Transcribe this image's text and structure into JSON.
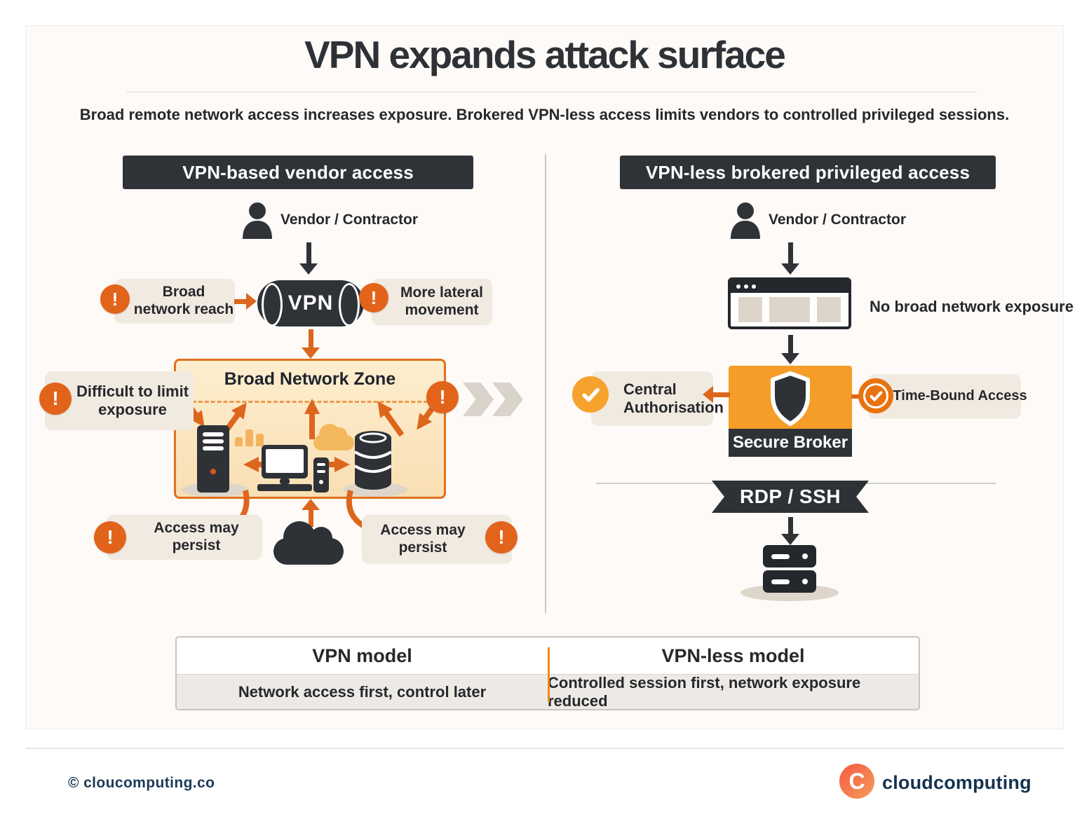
{
  "page": {
    "title": "VPN expands attack surface",
    "subtitle": "Broad remote network access increases exposure. Brokered VPN-less access limits vendors to controlled privileged sessions."
  },
  "icons": {
    "alert_glyph": "!"
  },
  "left": {
    "header": "VPN-based vendor access",
    "actor": "Vendor / Contractor",
    "vpn": "VPN",
    "broad_reach": "Broad network reach",
    "lateral": "More lateral movement",
    "zone_title": "Broad Network Zone",
    "difficult": "Difficult to limit exposure",
    "persist_left": "Access may persist",
    "persist_right": "Access may persist"
  },
  "right": {
    "header": "VPN-less brokered privileged access",
    "actor": "Vendor / Contractor",
    "no_exposure": "No broad network exposure",
    "broker": "Secure Broker",
    "central": "Central Authorisation",
    "timebound": "Time-Bound Access",
    "protocol": "RDP / SSH"
  },
  "table": {
    "columns": [
      {
        "header": "VPN model",
        "description": "Network access first, control later"
      },
      {
        "header": "VPN-less model",
        "description": "Controlled session first, network exposure reduced"
      }
    ]
  },
  "footer": {
    "copyright": "© cloucomputing.co",
    "logo_letter": "C",
    "brand": "cloudcomputing"
  },
  "colors": {
    "accent_orange": "#dd661d",
    "badge_orange": "#e2641b",
    "check_orange": "#f7a22d",
    "broker_orange": "#f59d28",
    "zone_fill": "#fbe7c5",
    "zone_border": "#e0701f",
    "dark": "#2f3338",
    "callout_bg": "#f1eae1",
    "navy": "#16324f",
    "logo_coral": "#f4623f"
  }
}
